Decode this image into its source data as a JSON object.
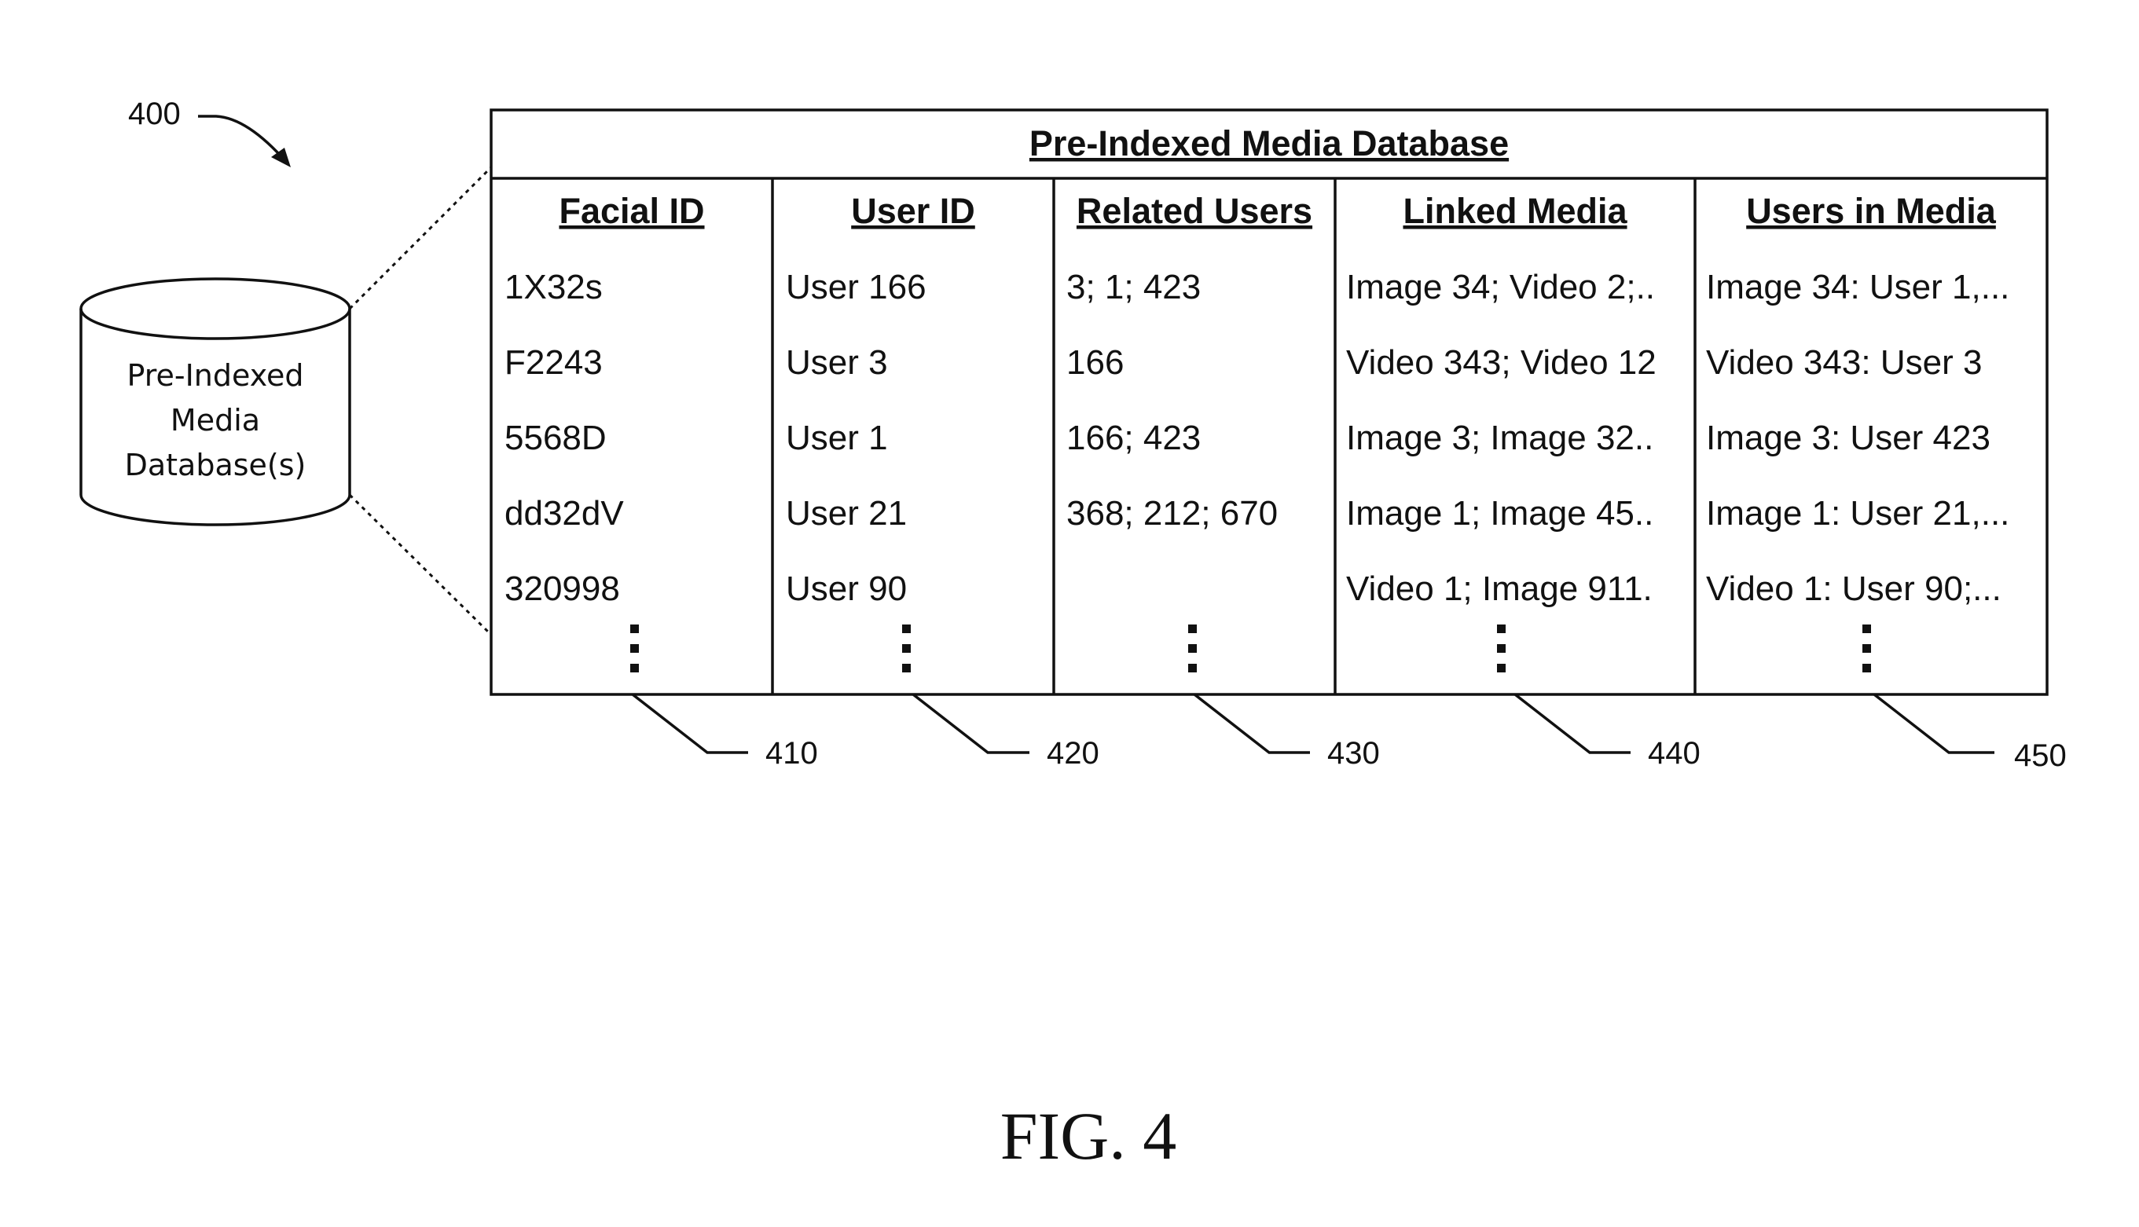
{
  "figure_ref": "400",
  "database_icon": {
    "icon": "database-cylinder-icon",
    "label_lines": [
      "Pre-Indexed",
      "Media",
      "Database(s)"
    ]
  },
  "table": {
    "title": "Pre-Indexed Media Database",
    "columns": [
      {
        "header": "Facial ID",
        "ref": "410",
        "cells": [
          "1X32s",
          "F2243",
          "5568D",
          "dd32dV",
          "320998"
        ]
      },
      {
        "header": "User ID",
        "ref": "420",
        "cells": [
          "User 166",
          "User 3",
          "User 1",
          "User 21",
          "User 90"
        ]
      },
      {
        "header": "Related Users",
        "ref": "430",
        "cells": [
          "3; 1; 423",
          "166",
          "166; 423",
          "368; 212; 670",
          ""
        ]
      },
      {
        "header": "Linked Media",
        "ref": "440",
        "cells": [
          "Image 34; Video 2;..",
          "Video 343; Video 12",
          "Image 3; Image 32..",
          "Image 1; Image 45..",
          "Video 1; Image 911."
        ]
      },
      {
        "header": "Users in Media",
        "ref": "450",
        "cells": [
          "Image 34: User 1,...",
          "Video 343: User 3",
          "Image 3: User 423",
          "Image 1: User 21,...",
          "Video 1: User 90;..."
        ]
      }
    ],
    "continuation_icon": "vertical-ellipsis-icon"
  },
  "figure_caption": "FIG. 4"
}
